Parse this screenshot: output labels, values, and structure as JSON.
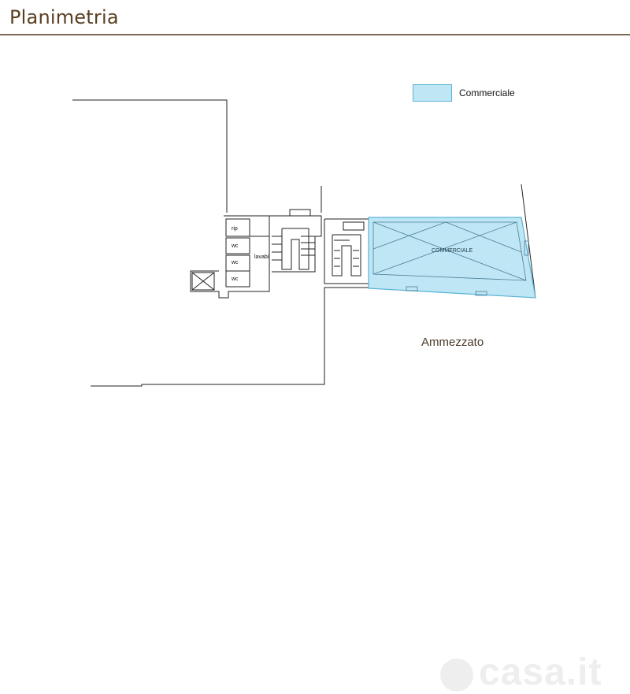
{
  "header": {
    "title": "Planimetria"
  },
  "legend": {
    "label": "Commerciale",
    "fill": "#bfe6f5",
    "stroke": "#5ab3d6"
  },
  "floor_label": "Ammezzato",
  "room_labels": {
    "commerciale": "COMMERCIALE",
    "rip": "rip",
    "wc1": "wc",
    "wc2": "wc",
    "wc3": "wc",
    "lavabi": "lavabi"
  },
  "watermark": "casa.it",
  "colors": {
    "title": "#5a3f20",
    "rule": "#7b6a55",
    "wall": "#222222"
  }
}
